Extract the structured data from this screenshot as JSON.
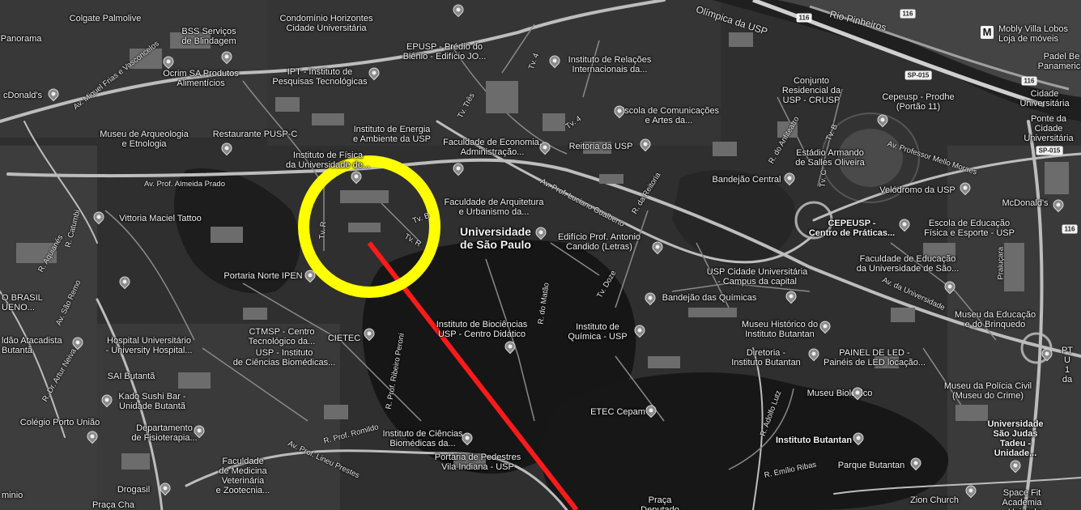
{
  "map": {
    "type": "satellite-grayscale",
    "title_labels": {
      "university": "Universidade\nde São Paulo",
      "river": "Rio Pinheiros",
      "highway": "Olímpica da USP"
    },
    "labels": [
      {
        "id": "colgate",
        "text": "Colgate Palmolive"
      },
      {
        "id": "condominio",
        "text": "Condomínio Horizontes\nCidade Universitária"
      },
      {
        "id": "panorama",
        "text": "Panorama"
      },
      {
        "id": "bss",
        "text": "BSS Serviços\nde Blindagem"
      },
      {
        "id": "ocrim",
        "text": "Ocrim SA Produtos\nAlimentícios"
      },
      {
        "id": "ipt",
        "text": "IPT - Instituto de\nPesquisas Tecnológicas"
      },
      {
        "id": "epusp",
        "text": "EPUSP - Prédio do\nBiênio - Edifício JO..."
      },
      {
        "id": "relacoes",
        "text": "Instituto de Relações\nInternacionais da..."
      },
      {
        "id": "mobly",
        "text": "Mobly Villa Lobos\nLoja de móveis"
      },
      {
        "id": "padel",
        "text": "Padel Be\nPanamerica"
      },
      {
        "id": "conjunto",
        "text": "Conjunto\nResidencial da\nUSP - CRUSP"
      },
      {
        "id": "cepeusp_prodhe",
        "text": "Cepeusp - Prodhe\n(Portão 11)"
      },
      {
        "id": "cidade_univ_top",
        "text": "Cidade Universitária"
      },
      {
        "id": "mcdonalds_left",
        "text": "cDonald's"
      },
      {
        "id": "museu_arq",
        "text": "Museu de Arqueologia\ne Etnologia"
      },
      {
        "id": "restaurante",
        "text": "Restaurante PUSP-C"
      },
      {
        "id": "energia",
        "text": "Instituto de Energia\ne Ambiente da USP"
      },
      {
        "id": "comunicacoes",
        "text": "Escola de Comunicações\ne Artes da..."
      },
      {
        "id": "ponte",
        "text": "Ponte da Cidade\nUniversitária"
      },
      {
        "id": "fisica",
        "text": "Instituto de Física\nda Universidade de..."
      },
      {
        "id": "economia",
        "text": "Faculdade de Economia,\nAdministração..."
      },
      {
        "id": "reitoria",
        "text": "Reitoria da USP"
      },
      {
        "id": "estadio",
        "text": "Estádio Armando\nde Salles Oliveira"
      },
      {
        "id": "bandejao_central",
        "text": "Bandejão Central"
      },
      {
        "id": "velodromo",
        "text": "Velódromo da USP"
      },
      {
        "id": "mcdonalds_right",
        "text": "McDonald's"
      },
      {
        "id": "vittoria",
        "text": "Vittoria Maciel Tattoo"
      },
      {
        "id": "arquitetura",
        "text": "Faculdade de Arquitetura\ne Urbanismo da..."
      },
      {
        "id": "cepeusp",
        "text": "CEPEUSP -\nCentro de Práticas..."
      },
      {
        "id": "educacao_fisica",
        "text": "Escola de Educação\nFísica e Esporte - USP"
      },
      {
        "id": "letras",
        "text": "Edifício Prof. Antonio\nCandido (Letras)"
      },
      {
        "id": "fac_educacao",
        "text": "Faculdade de Educação\nda Universidade de São..."
      },
      {
        "id": "portaria_norte",
        "text": "Portaria Norte IPEN"
      },
      {
        "id": "usp_cidade",
        "text": "USP Cidade Universitária\n- Campus da capital"
      },
      {
        "id": "bandejao_quimicas",
        "text": "Bandejão das Químicas"
      },
      {
        "id": "museu_educacao",
        "text": "Museu da Educação\ne do Brinquedo"
      },
      {
        "id": "brasil",
        "text": "O BRASIL\nUENO..."
      },
      {
        "id": "biociencias",
        "text": "Instituto de Biociências\nUSP - Centro Didático"
      },
      {
        "id": "quimica",
        "text": "Instituto de\nQuímica - USP"
      },
      {
        "id": "museu_historico",
        "text": "Museu Histórico do\nInstituto Butantan"
      },
      {
        "id": "atacadista",
        "text": "ldão Atacadista\nButantã"
      },
      {
        "id": "hospital",
        "text": "Hospital Universitário\n- University Hospital..."
      },
      {
        "id": "ctmsp",
        "text": "CTMSP - Centro\nTecnológico da..."
      },
      {
        "id": "cietec",
        "text": "CIETEC"
      },
      {
        "id": "diretoria",
        "text": "Diretoria -\nInstituto Butantan"
      },
      {
        "id": "painel",
        "text": "PAINEL DE LED -\nPainéis de LED locação..."
      },
      {
        "id": "pt",
        "text": "PT U\n1 da"
      },
      {
        "id": "icb",
        "text": "USP - Instituto\nde Ciências Biomédicas..."
      },
      {
        "id": "sai",
        "text": "SAI Butantã"
      },
      {
        "id": "museu_policia",
        "text": "Museu da Polícia Civil\n(Museu do Crime)"
      },
      {
        "id": "kado",
        "text": "Kado Sushi Bar -\nUnidade Butantã"
      },
      {
        "id": "museu_biologico",
        "text": "Museu Biológico"
      },
      {
        "id": "colegio",
        "text": "Colégio Porto União"
      },
      {
        "id": "etec",
        "text": "ETEC Cepam"
      },
      {
        "id": "judas",
        "text": "Universidade\nSão Judas\nTadeu -\nUnidade..."
      },
      {
        "id": "departamento",
        "text": "Departamento\nde Fisioterapia..."
      },
      {
        "id": "icb2",
        "text": "Instituto de Ciências\nBiomédicas da..."
      },
      {
        "id": "instituto_butantan",
        "text": "Instituto Butantan"
      },
      {
        "id": "portaria_pedestres",
        "text": "Portaria de Pedestres\nVila Indiana - USP"
      },
      {
        "id": "parque",
        "text": "Parque Butantan"
      },
      {
        "id": "medicina",
        "text": "Faculdade\nde Medicina\nVeterinária\ne Zootecnia..."
      },
      {
        "id": "drogasil",
        "text": "Drogasil"
      },
      {
        "id": "praca",
        "text": "Praça\nDeputado"
      },
      {
        "id": "zion",
        "text": "Zion Church"
      },
      {
        "id": "space",
        "text": "Space Fit Academia\n- Unidade Butantã"
      },
      {
        "id": "minio",
        "text": "minio"
      },
      {
        "id": "praca_cha",
        "text": "Praça Cha"
      }
    ],
    "road_labels": [
      {
        "id": "r1",
        "text": "Av. Miguel Frias e Vasconcelos"
      },
      {
        "id": "r2",
        "text": "Av. Prof. Almeida Prado"
      },
      {
        "id": "r3",
        "text": "Tv. Três"
      },
      {
        "id": "r4",
        "text": "Tv. 4"
      },
      {
        "id": "r5",
        "text": "Tv. 4"
      },
      {
        "id": "r6",
        "text": "Av. Prof. Luciano Gualberto"
      },
      {
        "id": "r7",
        "text": "R. da Reitoria"
      },
      {
        "id": "r8",
        "text": "R. do Anfiteatro"
      },
      {
        "id": "r9",
        "text": "Av. Professor Mello Moraes"
      },
      {
        "id": "r10",
        "text": "Tv. B"
      },
      {
        "id": "r11",
        "text": "Tv. C"
      },
      {
        "id": "r12",
        "text": "R. Catumbi"
      },
      {
        "id": "r13",
        "text": "R. Aquianés"
      },
      {
        "id": "r14",
        "text": "Av. São Remo"
      },
      {
        "id": "r15",
        "text": "Tv. R"
      },
      {
        "id": "r16",
        "text": "Tv. R"
      },
      {
        "id": "r17",
        "text": "Tv. B"
      },
      {
        "id": "r18",
        "text": "Av. da Universidade"
      },
      {
        "id": "r19",
        "text": "Tv. Doze"
      },
      {
        "id": "r20",
        "text": "R. do Matão"
      },
      {
        "id": "r21",
        "text": "R. Dr. Artur Neiva"
      },
      {
        "id": "r22",
        "text": "R. Prof. Ribeiro Peroni"
      },
      {
        "id": "r23",
        "text": "R. Prof. Romildo"
      },
      {
        "id": "r24",
        "text": "Av. Prof. Lineu Prestes"
      },
      {
        "id": "r25",
        "text": "R. Adolfo Lutz"
      },
      {
        "id": "r26",
        "text": "R. Emílio Ribas"
      },
      {
        "id": "r27",
        "text": "Praiuçara"
      }
    ],
    "shields": [
      "116",
      "116",
      "116",
      "SP-015",
      "SP-015",
      "116"
    ],
    "annotation": {
      "circle_color": "#ffff00",
      "line_color": "#ff1a1a"
    }
  }
}
